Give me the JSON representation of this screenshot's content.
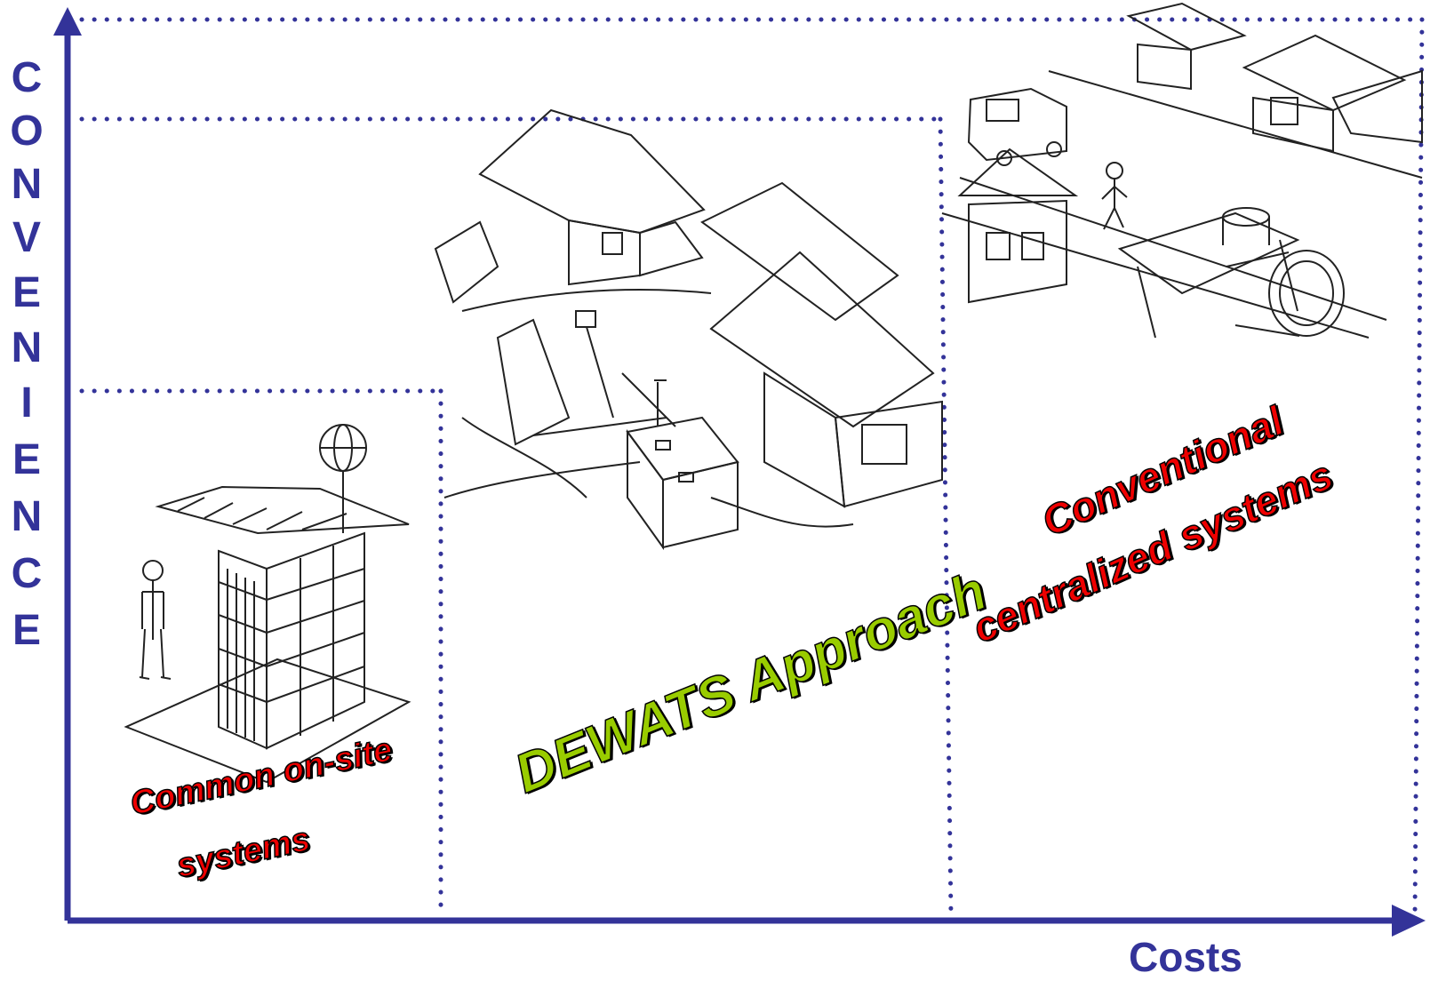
{
  "axes": {
    "y_label_letters": [
      "C",
      "O",
      "N",
      "V",
      "E",
      "N",
      "I",
      "E",
      "N",
      "C",
      "E"
    ],
    "x_label": "Costs",
    "axis_color": "#333399",
    "dotted_color": "#333399"
  },
  "regions": [
    {
      "id": "onsite",
      "lines": [
        "Common on-site",
        "systems"
      ],
      "color": "#ee0000",
      "illustration": "outhouse-latrine"
    },
    {
      "id": "dewats",
      "lines": [
        "DEWATS Approach"
      ],
      "color": "#99cc00",
      "illustration": "settlement-houses-with-tanks"
    },
    {
      "id": "centralized",
      "lines": [
        "Conventional",
        "centralized systems"
      ],
      "color": "#ee0000",
      "illustration": "street-with-sewer-pipe"
    }
  ]
}
